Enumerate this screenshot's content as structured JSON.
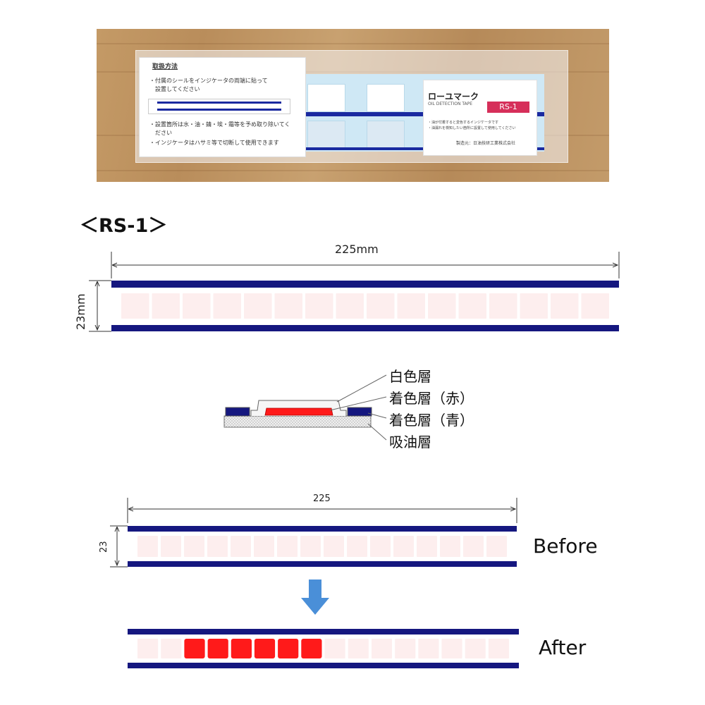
{
  "photo": {
    "instructions_heading": "取扱方法",
    "instructions": [
      "・付属のシールをインジケータの両端に貼って",
      "　設置してください",
      "・設置箇所は水・油・錆・埃・霜等を予め取り除いてく",
      "　ださい",
      "・インジケータはハサミ等で切断して使用できます"
    ],
    "product_name": "ローユマーク",
    "product_name_en": "OIL DETECTION TAPE",
    "product_code": "RS-1",
    "product_notes": [
      "・油が付着すると変色するインジケータです",
      "・油漏れを検知したい箇所に設置して使用してください"
    ],
    "maker": "製造元：日油技研工業株式会社"
  },
  "section_title": "＜RS-1＞",
  "top_diagram": {
    "width_label": "225mm",
    "height_label": "23mm",
    "cell_count": 16
  },
  "cross_section": {
    "layers": [
      "白色層",
      "着色層（赤）",
      "着色層（青）",
      "吸油層"
    ]
  },
  "comparison": {
    "width_label": "225",
    "height_label": "23",
    "before_label": "Before",
    "after_label": "After",
    "cell_count": 16,
    "stained_cells_after": 6
  },
  "colors": {
    "band_blue": "#15177f",
    "cell_pink": "#fdeeee",
    "stain_red": "#ff1a1a",
    "arrow_blue": "#4a8fd8",
    "badge_pink": "#d62f5a"
  }
}
